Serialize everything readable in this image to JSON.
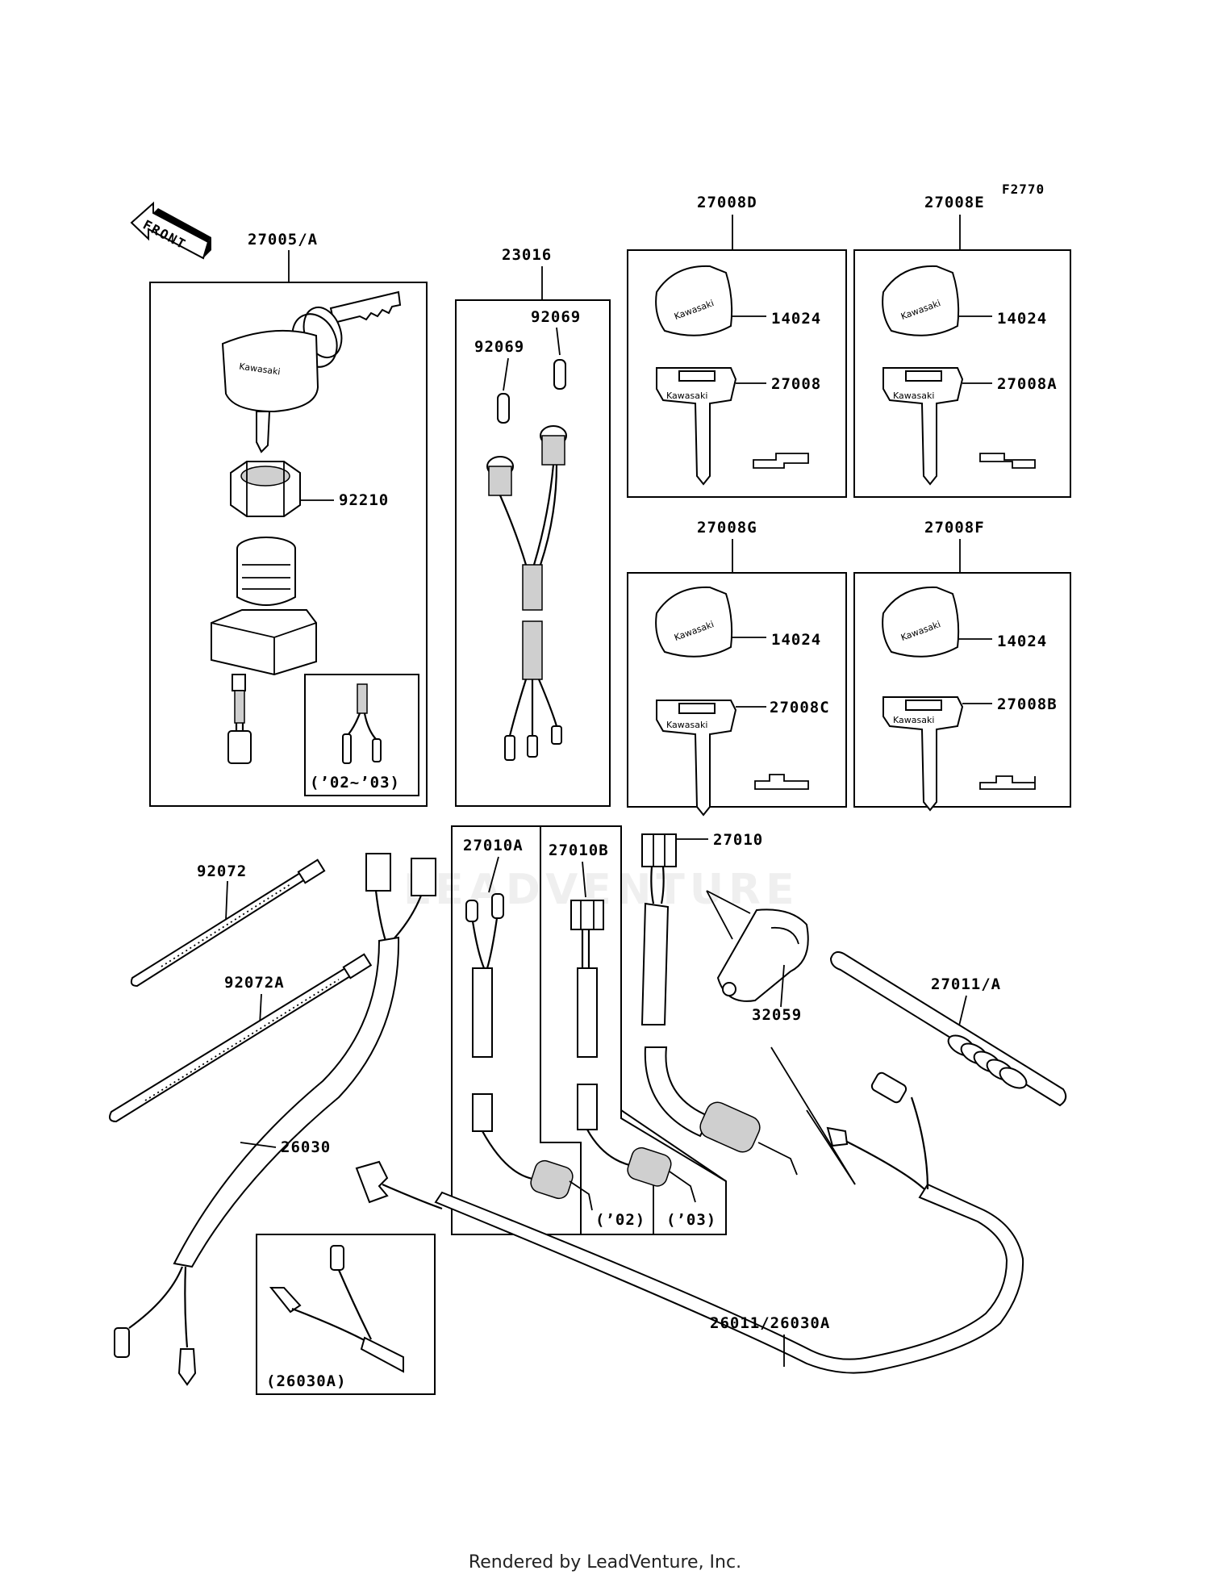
{
  "figure_code": "F2770",
  "direction_label": "FRONT",
  "brand_text": "Kawasaki",
  "watermark": "LEADVENTURE",
  "footer": "Rendered by LeadVenture, Inc.",
  "labels": {
    "ignition_switch": "27005/A",
    "nut": "92210",
    "year_range": "(’02~’03)",
    "lead_wire": "23016",
    "terminal_a": "92069",
    "terminal_b": "92069",
    "key_set_d": "27008D",
    "key_set_e": "27008E",
    "key_set_g": "27008G",
    "key_set_f": "27008F",
    "cap_d": "14024",
    "cap_e": "14024",
    "cap_g": "14024",
    "cap_f": "14024",
    "key_d": "27008",
    "key_e": "27008A",
    "key_g": "27008C",
    "key_f": "27008B",
    "band": "92072",
    "band_a": "92072A",
    "harness": "26030",
    "switch_a": "27010A",
    "switch_b": "27010B",
    "switch": "27010",
    "bracket": "32059",
    "tube": "27011/A",
    "year_02": "(’02)",
    "year_03": "(’03)",
    "harness_alt": "(26030A)",
    "lead": "26011/26030A"
  }
}
